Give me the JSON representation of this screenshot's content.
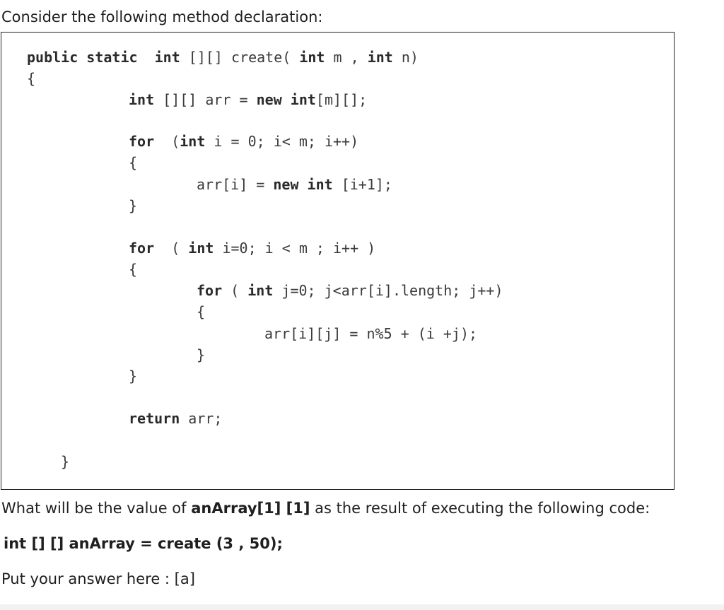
{
  "intro": "Consider the following method declaration:",
  "code": {
    "l1": {
      "kw1": "public static",
      "kw2": "int",
      "txt": " [][] create( ",
      "kw3": "int",
      "txt2": " m , ",
      "kw4": "int",
      "txt3": " n)"
    },
    "l2": "{",
    "l3": {
      "kw1": "int",
      "txt": " [][] arr = ",
      "kw2": "new int",
      "txt2": "[m][];"
    },
    "l4": {
      "kw1": "for",
      "txt": "  (",
      "kw2": "int",
      "txt2": " i = 0; i< m; i++)"
    },
    "l5": "{",
    "l6": {
      "txt": "arr[i] = ",
      "kw1": "new int",
      "txt2": " [i+1];"
    },
    "l7": "}",
    "l8": {
      "kw1": "for",
      "txt": "  ( ",
      "kw2": "int",
      "txt2": " i=0; i < m ; i++ )"
    },
    "l9": "{",
    "l10": {
      "kw1": "for",
      "txt": " ( ",
      "kw2": "int",
      "txt2": " j=0; j<arr[i].length; j++)"
    },
    "l11": "{",
    "l12": "arr[i][j] = n%5 + (i +j);",
    "l13": "}",
    "l14": "}",
    "l15": {
      "kw1": "return",
      "txt": " arr;"
    },
    "l16": "}"
  },
  "question": {
    "before": "What will be the value of ",
    "bold": "anArray[1] [1]",
    "after": " as the result of executing the following code:"
  },
  "call": "int [] [] anArray = create (3 , 50);",
  "answer": "Put your answer here : [a]"
}
